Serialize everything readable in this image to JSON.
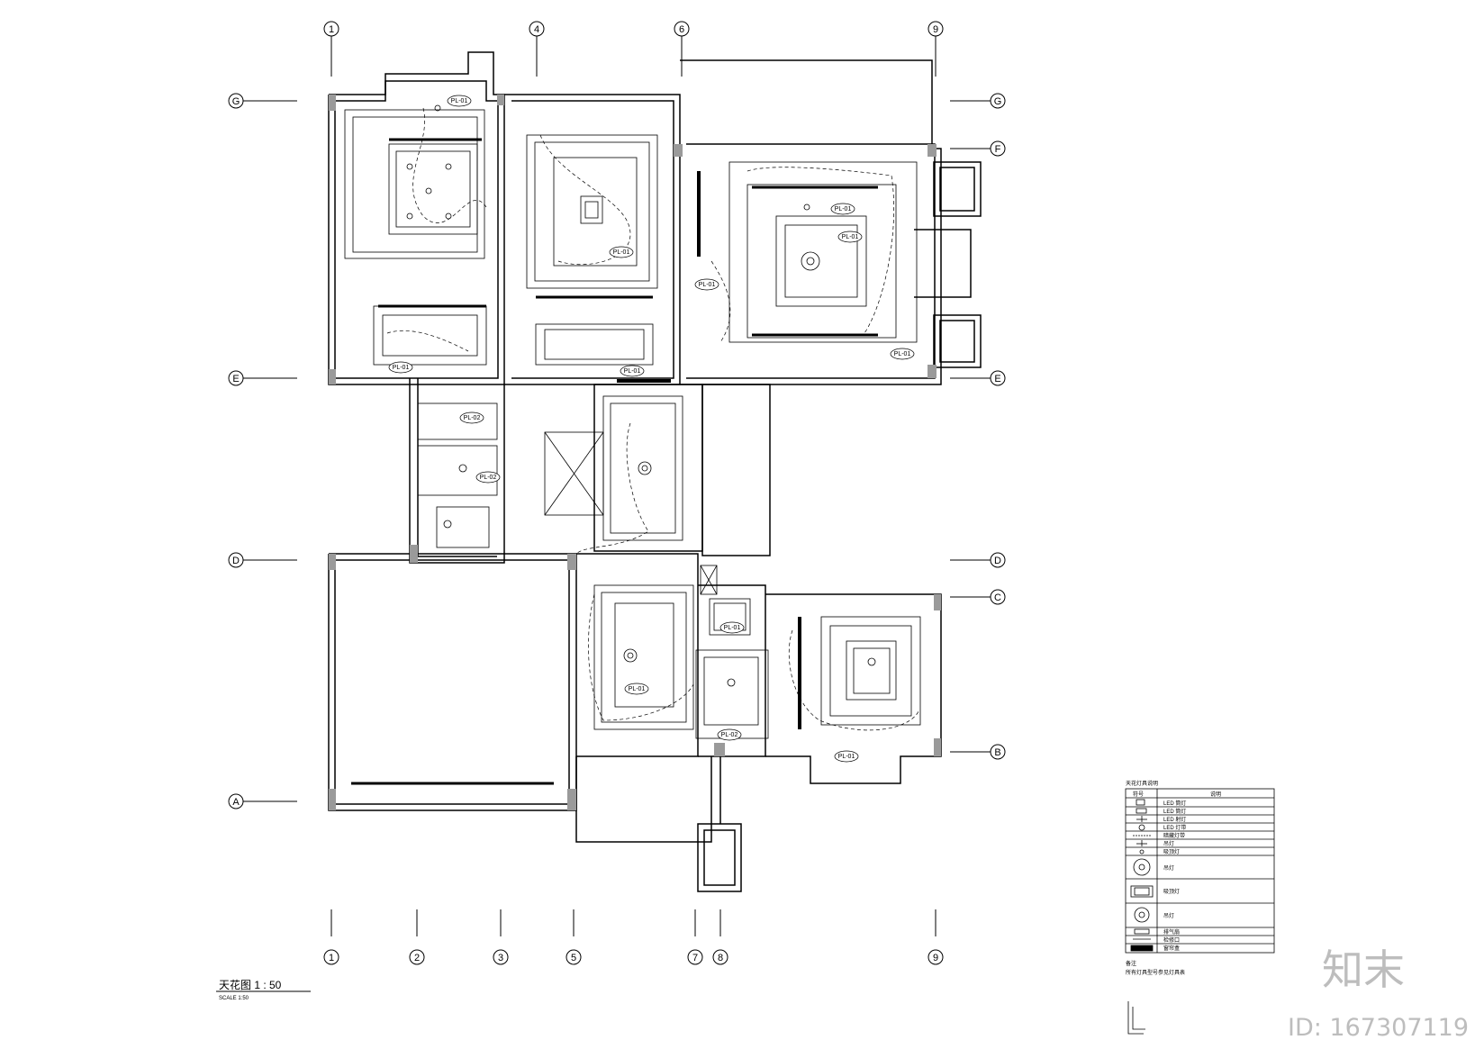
{
  "grid": {
    "top": [
      "1",
      "4",
      "6",
      "9"
    ],
    "bottom": [
      "1",
      "2",
      "3",
      "5",
      "7",
      "8",
      "9"
    ],
    "left": [
      "G",
      "E",
      "D",
      "A"
    ],
    "right": [
      "G",
      "F",
      "E",
      "D",
      "C",
      "B"
    ]
  },
  "rooms": {
    "r1": "PL-01",
    "r2": "PL-01",
    "r3": "PL-01",
    "r4": "PL-01",
    "r5": "PL-01",
    "r6": "PL-01",
    "r7": "PL-01",
    "r8": "PL-02",
    "r9": "PL-02",
    "r10": "PL-01",
    "r11": "PL-01",
    "r12": "PL-02",
    "r13": "PL-01",
    "r14": "PL-01"
  },
  "title": {
    "main": "天花图 1 : 50",
    "scale_note": "SCALE 1:50"
  },
  "legend": {
    "heading": "天花灯具说明",
    "col_symbol": "符号",
    "col_desc": "说明",
    "rows": [
      "LED 筒灯",
      "LED 筒灯",
      "LED 射灯",
      "LED 灯带",
      "暗藏灯带",
      "吊灯",
      "吸顶灯",
      "吊灯",
      "吸顶灯",
      "吊灯",
      "排气扇",
      "检修口",
      "窗帘盒"
    ],
    "note_title": "备注",
    "note": "所有灯具型号参见灯具表"
  },
  "watermark": {
    "brand": "知末",
    "id": "ID: 167307119"
  }
}
